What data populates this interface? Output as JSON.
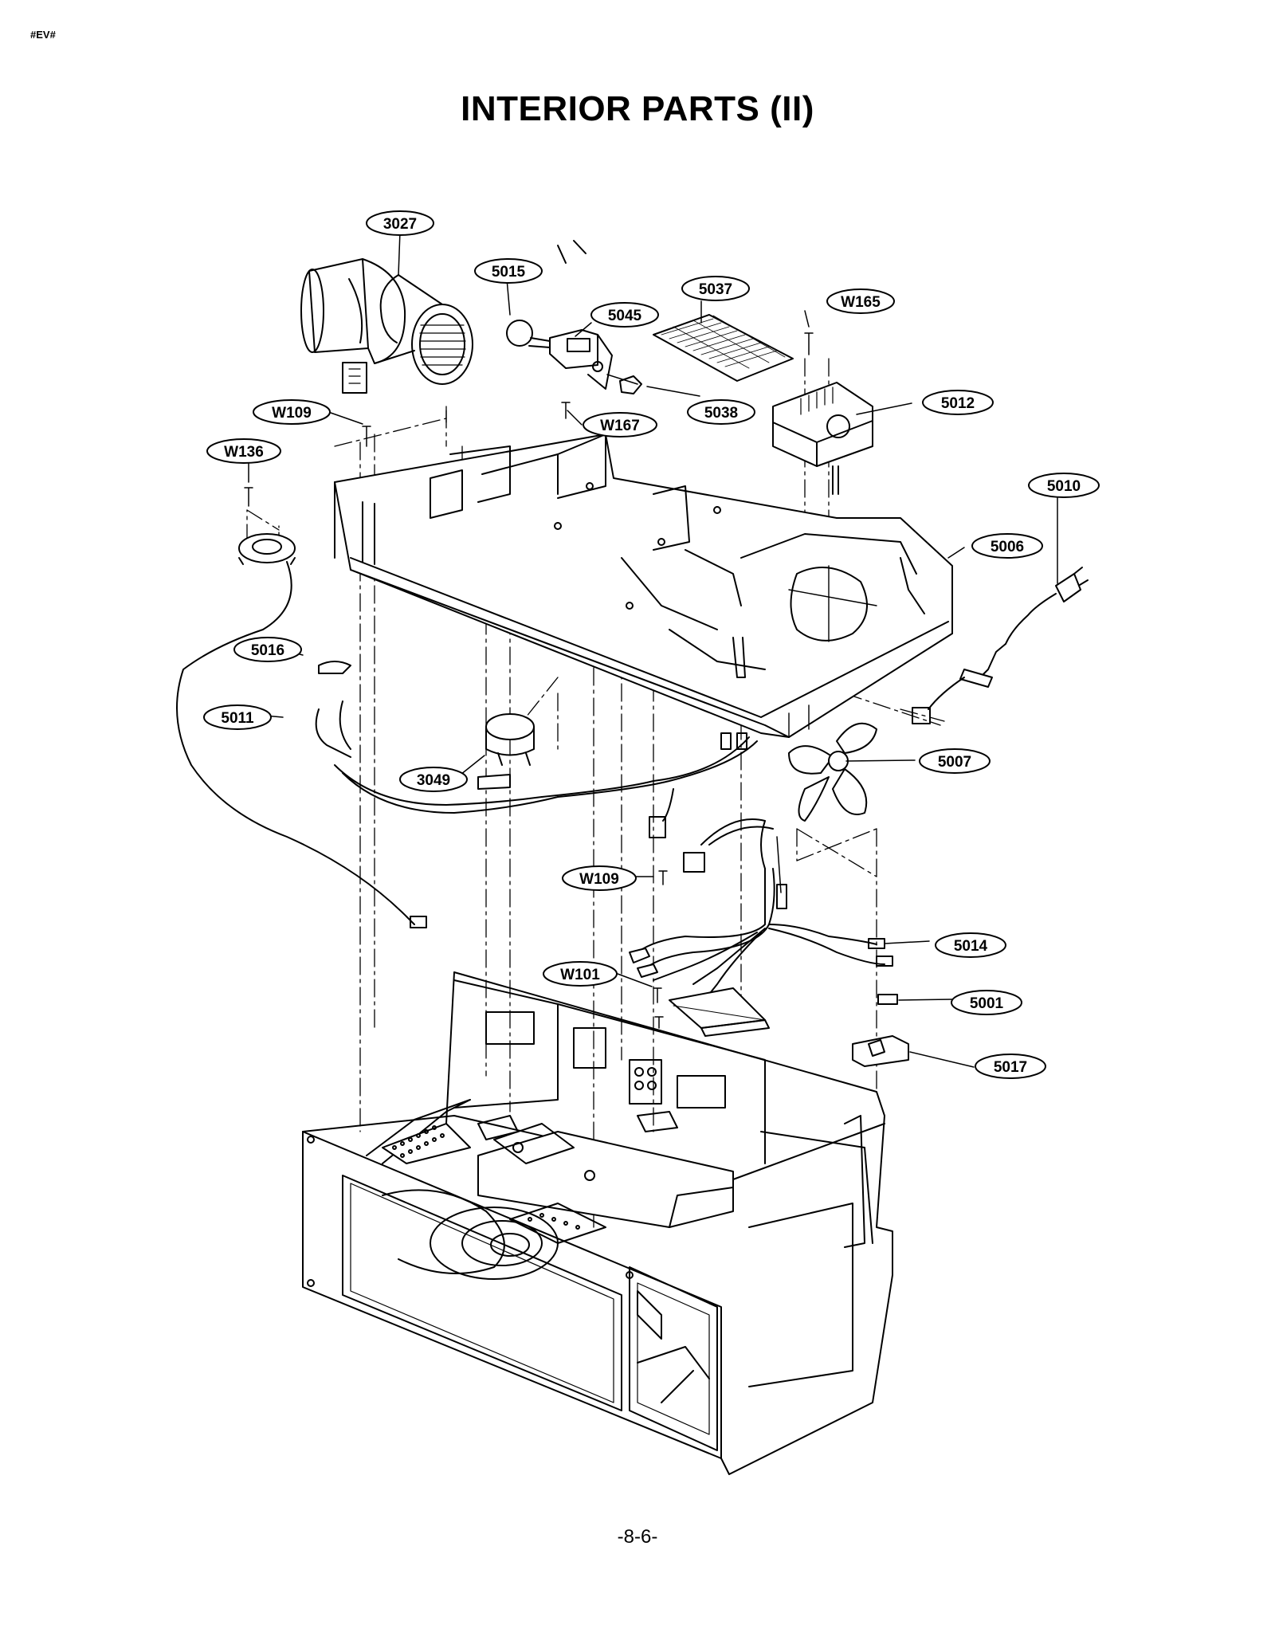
{
  "page": {
    "corner_code": "#EV#",
    "title": "INTERIOR PARTS (II)",
    "page_number": "-8-6-"
  },
  "callouts": [
    {
      "id": "3027"
    },
    {
      "id": "5015"
    },
    {
      "id": "5037"
    },
    {
      "id": "5045"
    },
    {
      "id": "W165"
    },
    {
      "id": "W109"
    },
    {
      "id": "5038"
    },
    {
      "id": "W167"
    },
    {
      "id": "5012"
    },
    {
      "id": "W136"
    },
    {
      "id": "5010"
    },
    {
      "id": "5006"
    },
    {
      "id": "5016"
    },
    {
      "id": "5011"
    },
    {
      "id": "3049"
    },
    {
      "id": "5007"
    },
    {
      "id": "W109"
    },
    {
      "id": "5014"
    },
    {
      "id": "W101"
    },
    {
      "id": "5001"
    },
    {
      "id": "5017"
    }
  ]
}
